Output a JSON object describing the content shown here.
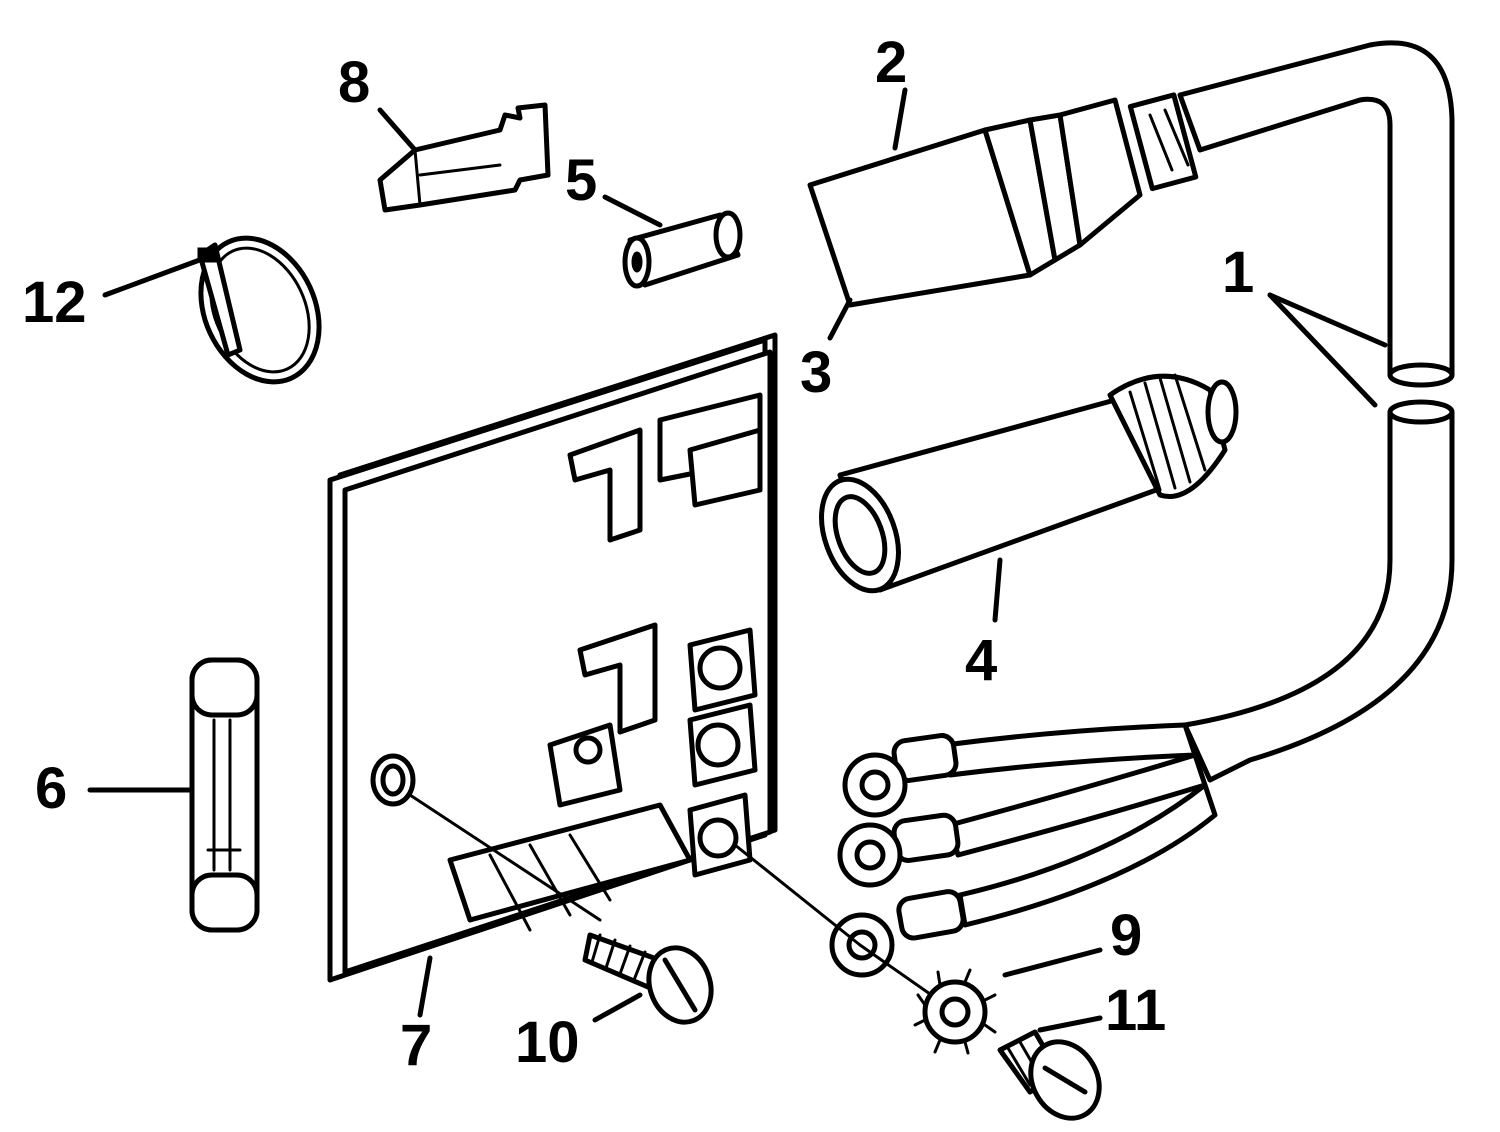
{
  "diagram": {
    "background": "#ffffff",
    "ink": "#000000",
    "callouts": [
      {
        "id": "1",
        "label": "1"
      },
      {
        "id": "2",
        "label": "2"
      },
      {
        "id": "3",
        "label": "3"
      },
      {
        "id": "4",
        "label": "4"
      },
      {
        "id": "5",
        "label": "5"
      },
      {
        "id": "6",
        "label": "6"
      },
      {
        "id": "7",
        "label": "7"
      },
      {
        "id": "8",
        "label": "8"
      },
      {
        "id": "9",
        "label": "9"
      },
      {
        "id": "10",
        "label": "10"
      },
      {
        "id": "11",
        "label": "11"
      },
      {
        "id": "12",
        "label": "12"
      }
    ]
  }
}
